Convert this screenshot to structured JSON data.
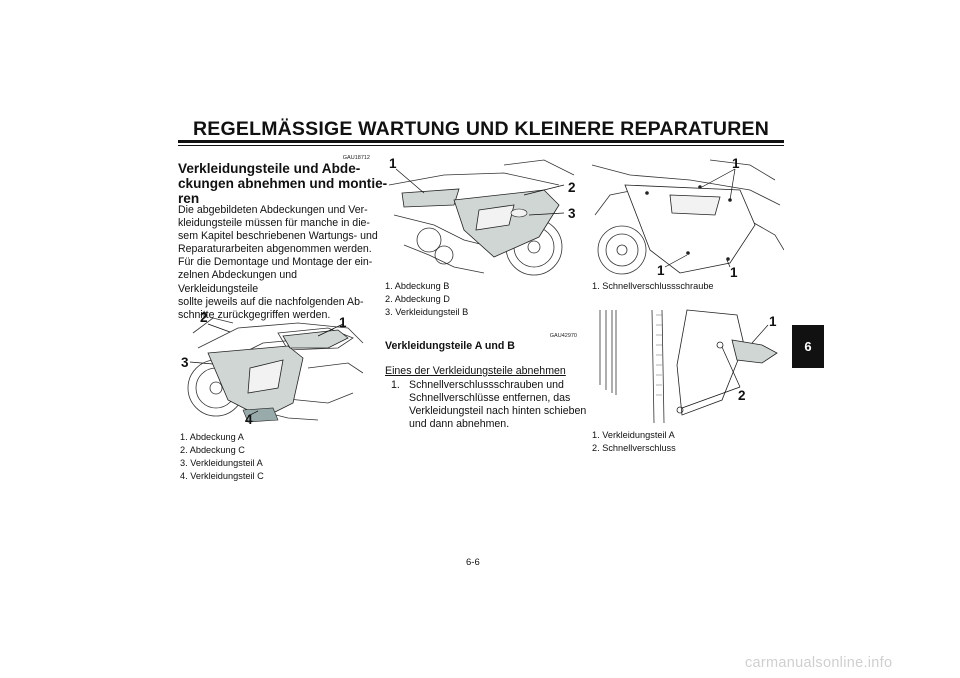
{
  "header": {
    "title": "REGELMÄSSIGE WARTUNG UND KLEINERE REPARATUREN"
  },
  "left": {
    "code": "GAU18712",
    "heading_lines": [
      "Verkleidungsteile und Abde-",
      "ckungen abnehmen und montie-",
      "ren"
    ],
    "paragraph_lines": [
      "Die abgebildeten Abdeckungen und Ver-",
      "kleidungsteile müssen für manche in die-",
      "sem Kapitel beschriebenen Wartungs- und",
      "Reparaturarbeiten abgenommen werden.",
      "Für die Demontage und Montage der ein-",
      "zelnen Abdeckungen und Verkleidungsteile",
      "sollte jeweils auf die nachfolgenden Ab-",
      "schnitte zurückgegriffen werden."
    ],
    "figure_callouts": [
      "2",
      "1",
      "3",
      "4"
    ],
    "captions": [
      "1. Abdeckung A",
      "2. Abdeckung C",
      "3. Verkleidungsteil A",
      "4. Verkleidungsteil C"
    ]
  },
  "middle": {
    "figure_callouts": [
      "1",
      "2",
      "3"
    ],
    "captions": [
      "1. Abdeckung B",
      "2. Abdeckung D",
      "3. Verkleidungsteil B"
    ],
    "code": "GAU42970",
    "subheading": "Verkleidungsteile A und B",
    "procedure_title": "Eines der Verkleidungsteile abnehmen",
    "step_number": "1.",
    "step_lines": [
      "Schnellverschlussschrauben und",
      "Schnellverschlüsse entfernen, das",
      "Verkleidungsteil nach hinten schieben",
      "und dann abnehmen."
    ]
  },
  "right": {
    "figure1_callouts": [
      "1",
      "1",
      "1"
    ],
    "figure1_captions": [
      "1. Schnellverschlussschraube"
    ],
    "figure2_callouts": [
      "1",
      "2"
    ],
    "figure2_captions": [
      "1. Verkleidungsteil A",
      "2. Schnellverschluss"
    ]
  },
  "chapter_tab": "6",
  "page_number": "6-6",
  "watermark": "carmanualsonline.info"
}
